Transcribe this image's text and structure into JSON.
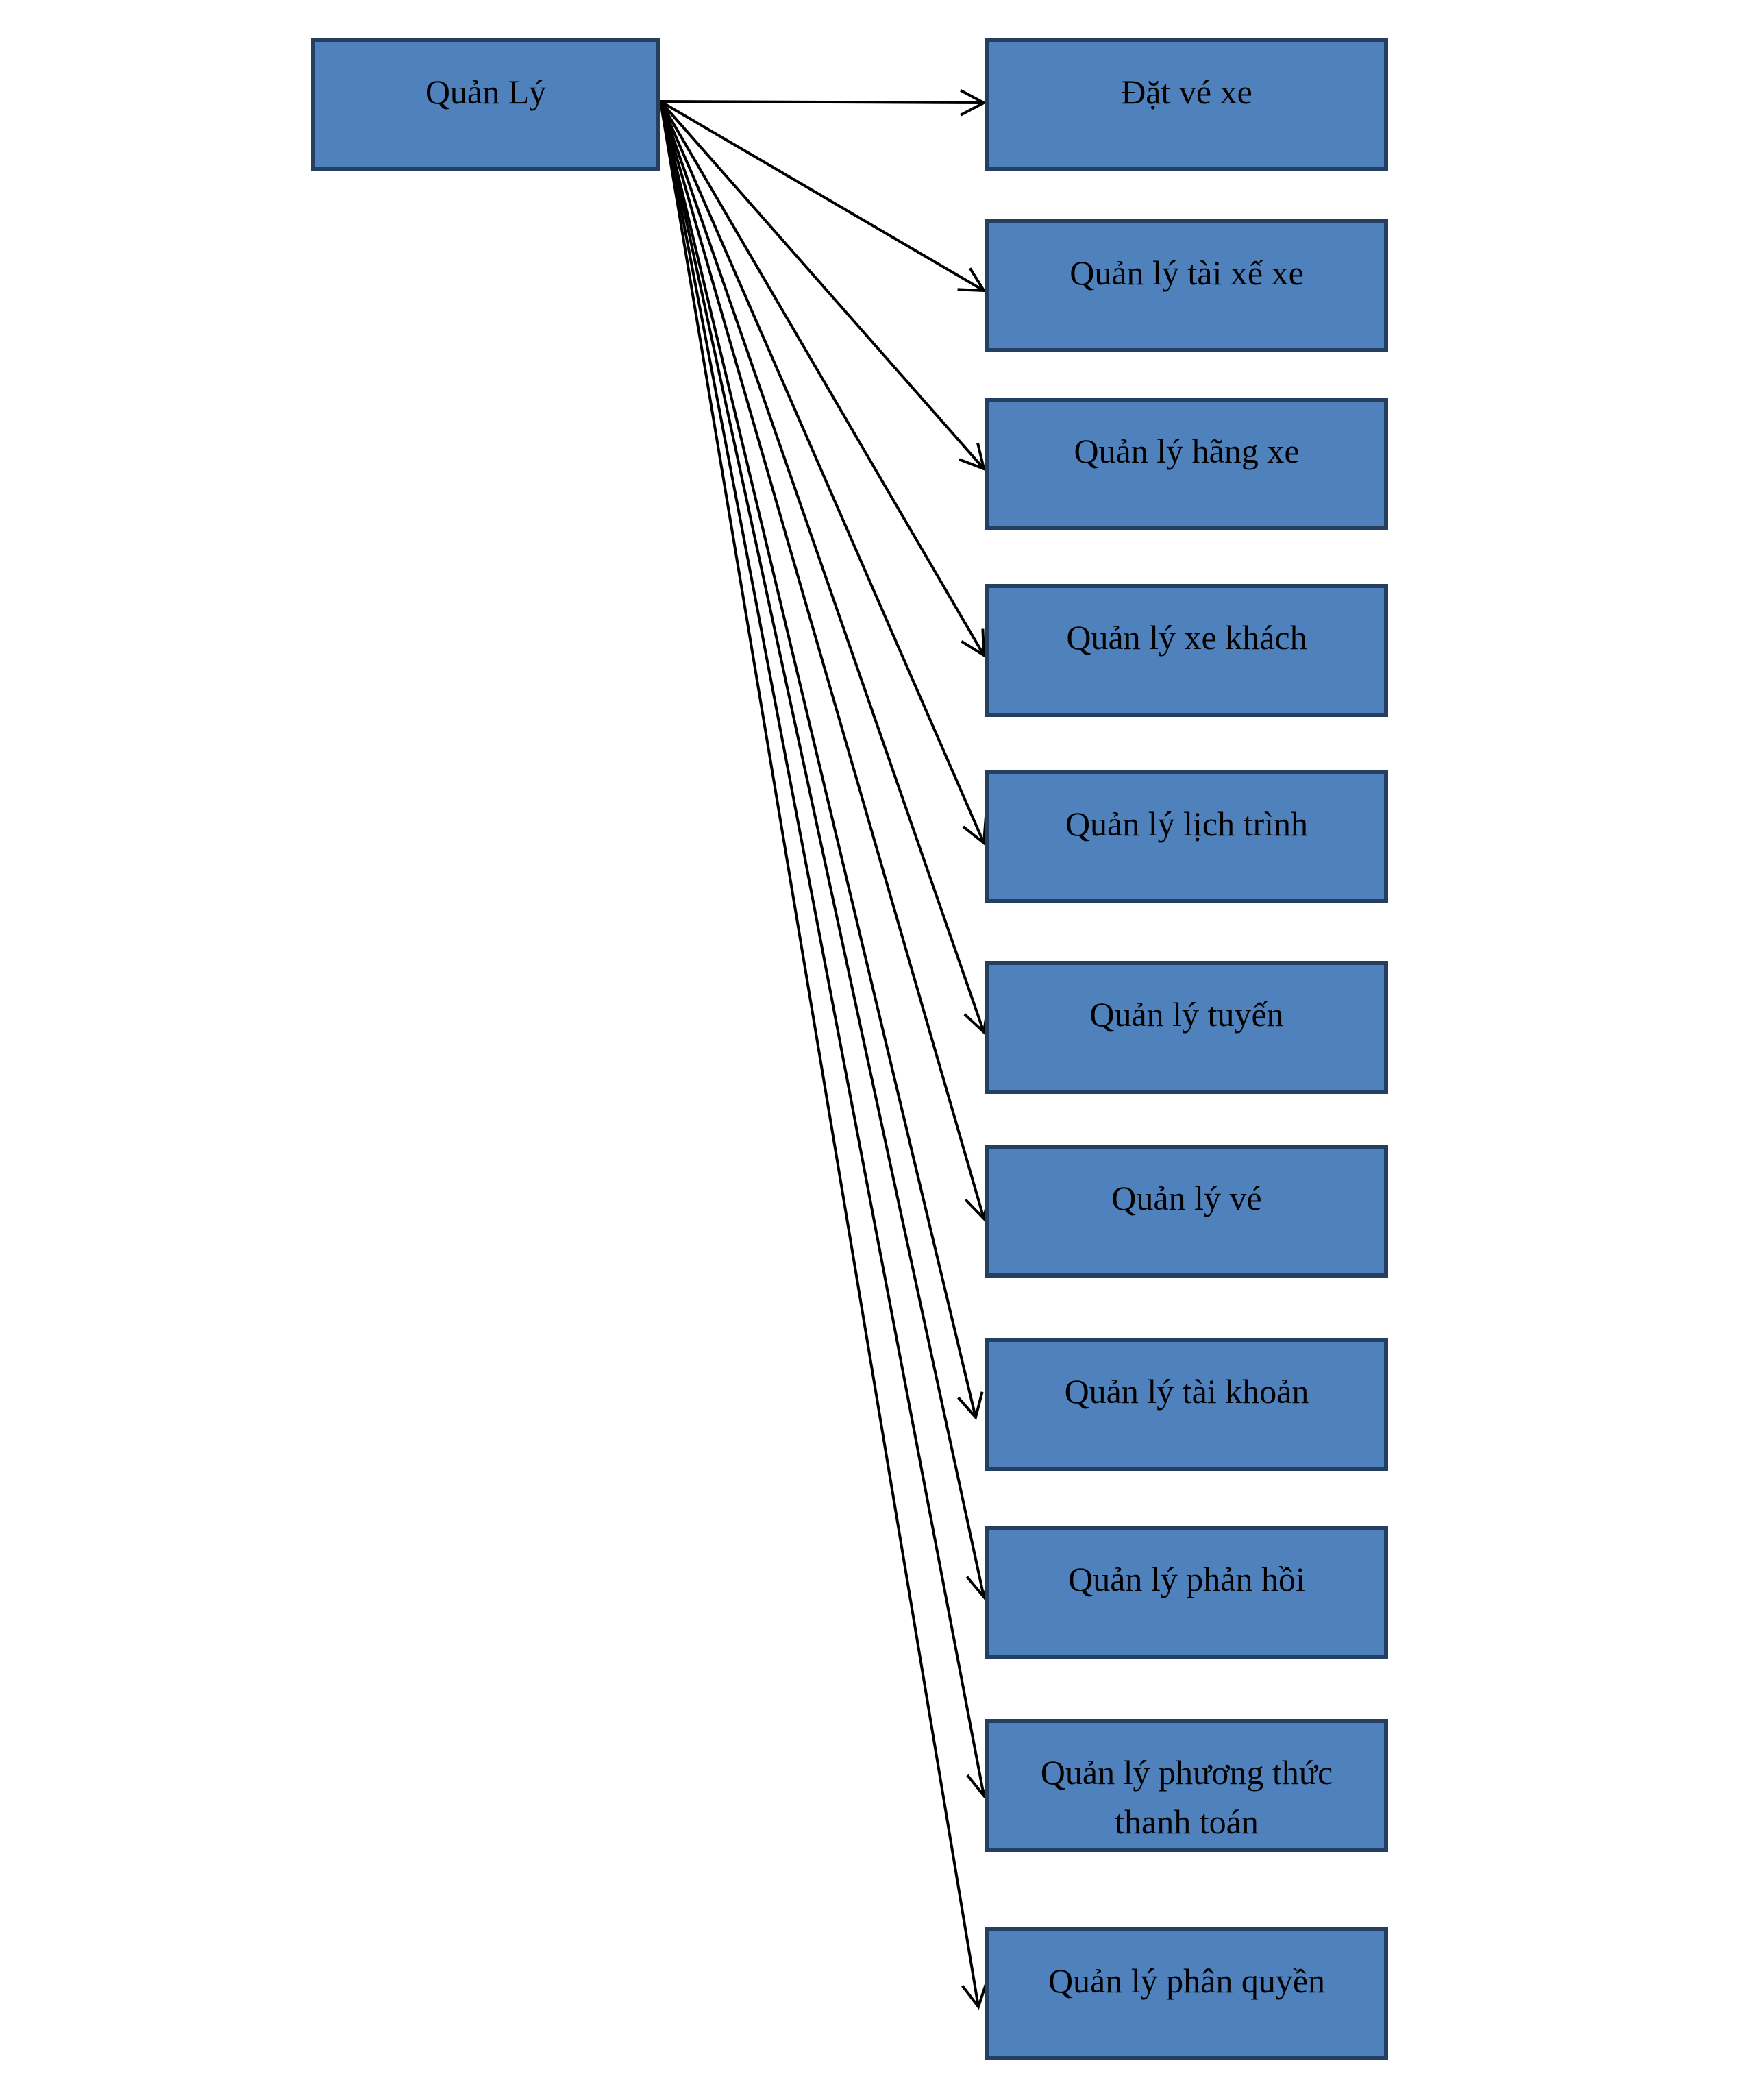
{
  "diagram": {
    "root": {
      "label": "Quản Lý"
    },
    "children": [
      {
        "label": "Đặt vé xe"
      },
      {
        "label": "Quản lý tài xế xe"
      },
      {
        "label": "Quản lý hãng xe"
      },
      {
        "label": "Quản lý xe khách"
      },
      {
        "label": "Quản lý lịch trình"
      },
      {
        "label": "Quản lý tuyến"
      },
      {
        "label": "Quản lý vé"
      },
      {
        "label": "Quản lý tài khoản"
      },
      {
        "label": "Quản lý phản hồi"
      },
      {
        "label": "Quản lý phương thức thanh toán"
      },
      {
        "label": "Quản lý phân quyền"
      }
    ],
    "colors": {
      "node_fill": "#4f81bd",
      "node_border": "#243f60",
      "arrow": "#000000"
    }
  }
}
